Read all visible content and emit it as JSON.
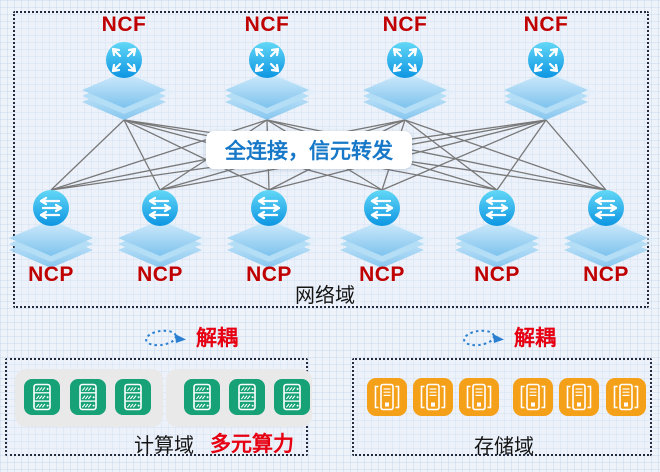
{
  "network_domain": {
    "title": "网络域",
    "center_label": "全连接，信元转发",
    "ncf_nodes": [
      {
        "label": "NCF"
      },
      {
        "label": "NCF"
      },
      {
        "label": "NCF"
      },
      {
        "label": "NCF"
      }
    ],
    "ncp_nodes": [
      {
        "label": "NCP"
      },
      {
        "label": "NCP"
      },
      {
        "label": "NCP"
      },
      {
        "label": "NCP"
      },
      {
        "label": "NCP"
      },
      {
        "label": "NCP"
      }
    ],
    "link_count": 24
  },
  "decouple": {
    "left_label": "解耦",
    "right_label": "解耦"
  },
  "compute_domain": {
    "title": "计算域",
    "highlight_label": "多元算力",
    "server_groups": [
      3,
      3
    ]
  },
  "storage_domain": {
    "title": "存储域",
    "cabinet_groups": [
      3,
      3
    ]
  },
  "icons": {
    "ncf": "router-icon",
    "ncp": "switch-icon",
    "compute": "server-icon",
    "storage": "storage-cabinet-icon",
    "decouple": "dotted-cycle-arrow-icon"
  },
  "colors": {
    "background": "#eef3fa",
    "domain_border": "#252a3d",
    "node_label_red": "#c00000",
    "accent_red": "#e60012",
    "center_text_blue": "#1778c8",
    "link_gray": "#787878",
    "node_sphere_cyan": "#17aee9",
    "diamond_blue": "#a8d7f4",
    "compute_green": "#16a176",
    "storage_orange": "#f5a019",
    "panel_gray": "#e9e9e9",
    "decouple_arrow_blue": "#2b7fd0"
  }
}
